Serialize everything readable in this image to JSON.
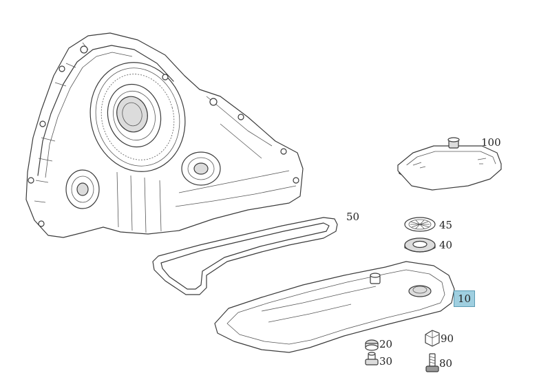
{
  "parts": [
    {
      "id": "100",
      "label": "100",
      "highlighted": false
    },
    {
      "id": "50",
      "label": "50",
      "highlighted": false
    },
    {
      "id": "45",
      "label": "45",
      "highlighted": false
    },
    {
      "id": "40",
      "label": "40",
      "highlighted": false
    },
    {
      "id": "10",
      "label": "10",
      "highlighted": true
    },
    {
      "id": "20",
      "label": "20",
      "highlighted": false
    },
    {
      "id": "90",
      "label": "90",
      "highlighted": false
    },
    {
      "id": "30",
      "label": "30",
      "highlighted": false
    },
    {
      "id": "80",
      "label": "80",
      "highlighted": false
    }
  ],
  "colors": {
    "highlight_bg": "#9fcfe0",
    "line": "#3a3a3a",
    "background": "#ffffff"
  }
}
